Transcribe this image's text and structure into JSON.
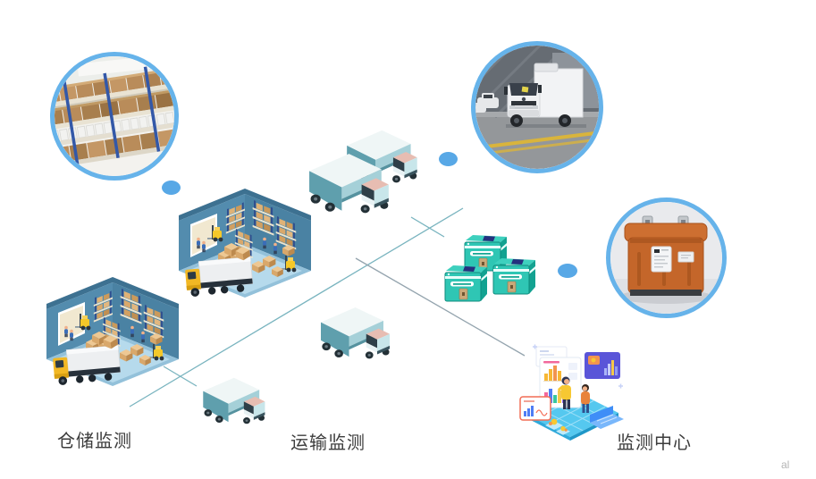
{
  "diagram": {
    "type": "cold-chain-logistics-monitoring-flow",
    "stages": [
      {
        "id": "warehouse-monitoring",
        "label": "仓储监测"
      },
      {
        "id": "transport-monitoring",
        "label": "运输监测"
      },
      {
        "id": "monitoring-center",
        "label": "监测中心"
      }
    ],
    "watermark": "al"
  },
  "photos": [
    {
      "name": "warehouse-shelves-photo",
      "depicts": "warehouse rack with cartons"
    },
    {
      "name": "refrigerated-truck-photo",
      "depicts": "white refrigerated box truck"
    },
    {
      "name": "incubator-box-photo",
      "depicts": "orange cold-chain incubator"
    }
  ],
  "illustrations": [
    "isometric-warehouse",
    "teal-delivery-truck",
    "cooler-box",
    "monitoring-center-dashboard",
    "blue-connector-dot",
    "connector-line"
  ],
  "colors": {
    "circle_border": "#66b3ea",
    "dot_blue": "#58a8e6",
    "line_teal": "#79b4bf",
    "line_gray": "#94a4ae",
    "warehouse_wall": "#538cae",
    "truck_teal": "#5f9fad",
    "cooler_teal": "#2fc6b4",
    "incubator_orange": "#c4662a",
    "forklift_yellow": "#f5c829",
    "label_text": "#3c3c3c"
  }
}
